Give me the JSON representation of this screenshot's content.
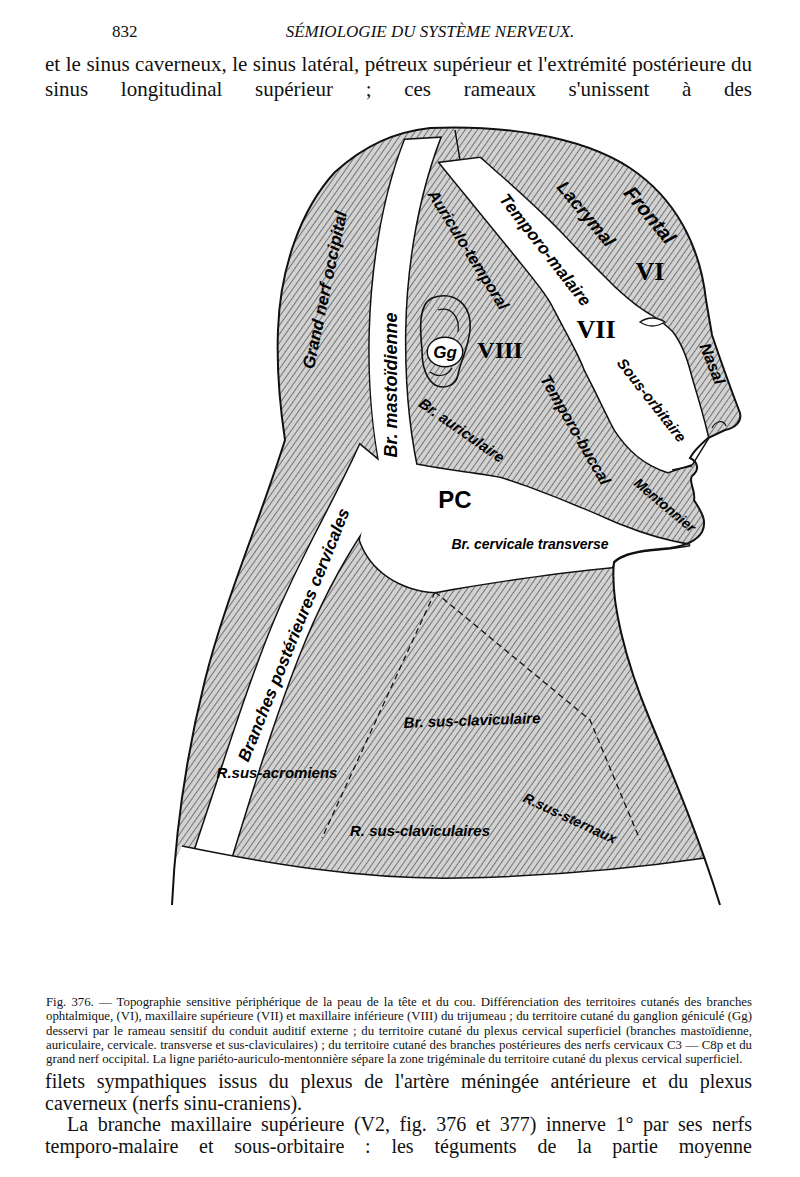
{
  "diagram": {
    "title": "SÉMIOLOGIE DU SYSTÈME NERVEUX.",
    "caption": "Fig. 376. — Topographie sensitive périphérique de la peau de la tête et du cou. Différenciation des territoires cutanés des branches ophtalmique, (VI), maxillaire supérieure (VII) et maxillaire inférieure (VIII) du trijumeau ; du territoire cutané du ganglion géniculé (Gg) desservi par le rameau sensitif du conduit auditif externe ; du territoire cutané du plexus cervical superficiel (branches mastoïdienne, auriculaire, cervicale. transverse et sus-claviculaires) ; du territoire cutané des branches postérieures des nerfs cervicaux C3 — C8p et du grand nerf occipital. La ligne pariéto-auriculo-mentonnière sépare la zone trigéminale du territoire cutané du plexus cervical superficiel.",
    "labels": [
      "832",
      "et le sinus caverneux, le sinus latéral, pétreux supérieur et l'extrémité postérieure du sinus longitudinal supérieur ; ces rameaux s'unissent à des",
      "Frontal",
      "Lacrymal",
      "Auriculo-temporal",
      "Temporo-malaire",
      "VI",
      "Grand nerf occipital",
      "Br. mastoïdienne",
      "VIII",
      "Gg",
      "VII",
      "Sous-orbitaire",
      "Nasal",
      "Temporo-buccal",
      "Br. auriculaire",
      "PC",
      "Mentonnier",
      "Br. cervicale transverse",
      "Branches postérieures cervicales",
      "Br. sus-claviculaire",
      "R.sus-acromiens",
      "R.sus-sternaux",
      "R. sus-claviculaires",
      "filets sympathiques issus du plexus de l'artère méningée antérieure et du plexus caverneux (nerfs sinu-craniens).",
      "La branche maxillaire supérieure (V2, fig. 376 et 377) innerve 1° par ses nerfs temporo-malaire et sous-orbitaire : les téguments de la partie moyenne"
    ]
  }
}
